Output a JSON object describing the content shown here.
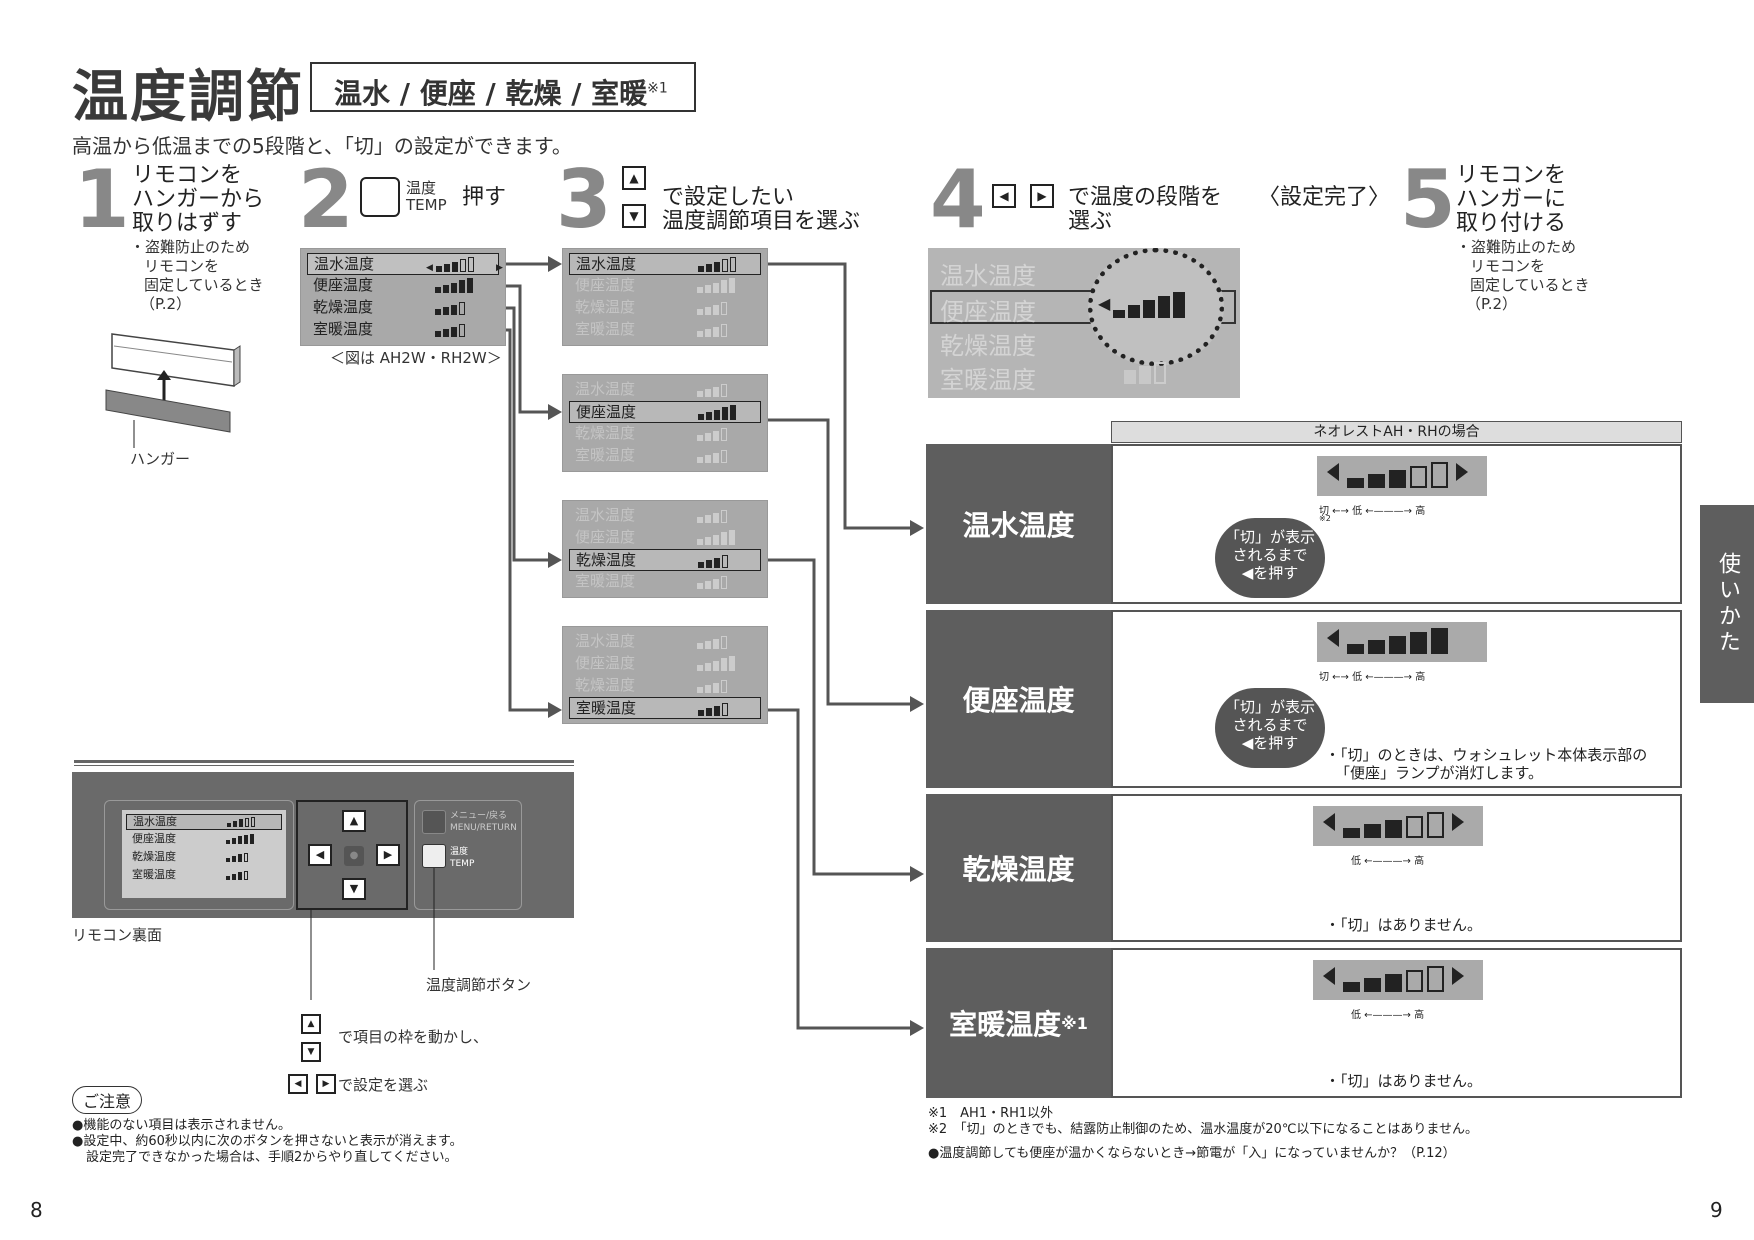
{
  "header": {
    "title": "温度調節",
    "subtitle": "温水 / 便座 / 乾燥 / 室暖",
    "subtitle_mark": "※1",
    "intro": "高温から低温までの5段階と、「切」の設定ができます。"
  },
  "steps": {
    "s1": {
      "num": "1",
      "text": [
        "リモコンを",
        "ハンガーから",
        "取りはずす"
      ],
      "note": [
        "・盗難防止のため",
        "リモコンを",
        "固定しているとき",
        "（P.2）"
      ],
      "hanger_label": "ハンガー"
    },
    "s2": {
      "num": "2",
      "key_label_1": "温度",
      "key_label_2": "TEMP",
      "action": "押す",
      "caption": "＜図は AH2W・RH2W＞"
    },
    "s3": {
      "num": "3",
      "text": [
        "で設定したい",
        "温度調節項目を選ぶ"
      ]
    },
    "s4": {
      "num": "4",
      "text": [
        "で温度の段階を",
        "選ぶ"
      ],
      "done": "〈設定完了〉"
    },
    "s5": {
      "num": "5",
      "text": [
        "リモコンを",
        "ハンガーに",
        "取り付ける"
      ],
      "note": [
        "・盗難防止のため",
        "リモコンを",
        "固定しているとき",
        "（P.2）"
      ]
    }
  },
  "menu_items": [
    "温水温度",
    "便座温度",
    "乾燥温度",
    "室暖温度"
  ],
  "remote": {
    "menu_label_1": "メニュー/戻る",
    "menu_label_2": "MENU/RETURN",
    "temp_label_1": "温度",
    "temp_label_2": "TEMP",
    "caption": "リモコン裏面",
    "button_caption": "温度調節ボタン",
    "nav_caption_1": "で項目の枠を動かし、",
    "nav_caption_2": "で設定を選ぶ"
  },
  "caution": {
    "title": "ご注意",
    "lines": [
      "●機能のない項目は表示されません。",
      "●設定中、約60秒以内に次のボタンを押さないと表示が消えます。",
      "設定完了できなかった場合は、手順2からやり直してください。"
    ]
  },
  "panels": {
    "header": "ネオレストAH・RHの場合",
    "items": [
      {
        "label": "温水温度",
        "mark": "",
        "scale": "切 ←→ 低 ←———→ 高",
        "note2": "※2",
        "bubble": [
          "「切」が表示",
          "されるまで",
          "◀を押す"
        ],
        "bullet": ""
      },
      {
        "label": "便座温度",
        "mark": "",
        "scale": "切 ←→ 低 ←———→ 高",
        "note2": "",
        "bubble": [
          "「切」が表示",
          "されるまで",
          "◀を押す"
        ],
        "bullet": [
          "・「切」のときは、ウォシュレット本体表示部の",
          "「便座」ランプが消灯します。"
        ]
      },
      {
        "label": "乾燥温度",
        "mark": "",
        "scale": "低 ←———→ 高",
        "note2": "",
        "bubble": [],
        "bullet": [
          "・「切」はありません。"
        ]
      },
      {
        "label": "室暖温度",
        "mark": "※1",
        "scale": "低 ←———→ 高",
        "note2": "",
        "bubble": [],
        "bullet": [
          "・「切」はありません。"
        ]
      }
    ]
  },
  "footnotes": {
    "f1": "※1　AH1・RH1以外",
    "f2": "※2　「切」のときでも、結露防止制御のため、温水温度が20℃以下になることはありません。",
    "f3": "●温度調節しても便座が温かくならないとき→節電が「入」になっていませんか？（P.12）"
  },
  "side_tab": "使いかた",
  "page_left": "8",
  "page_right": "9"
}
